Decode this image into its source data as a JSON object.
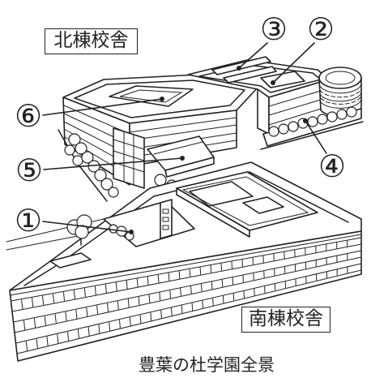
{
  "labels": {
    "north_building": "北棟校舎",
    "south_building": "南棟校舎",
    "caption": "豊葉の杜学園全景"
  },
  "callouts": [
    {
      "label": "①"
    },
    {
      "label": "②"
    },
    {
      "label": "③"
    },
    {
      "label": "④"
    },
    {
      "label": "⑤"
    },
    {
      "label": "⑥"
    }
  ],
  "colors": {
    "ink": "#222222",
    "paper": "#ffffff"
  }
}
